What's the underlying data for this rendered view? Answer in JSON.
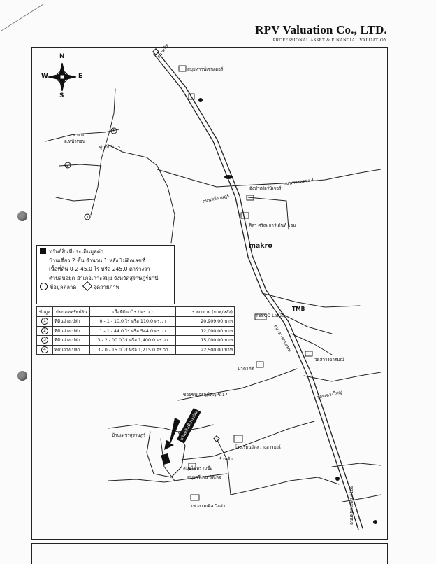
{
  "header": {
    "company": "RPV Valuation Co., LTD.",
    "tagline": "PROFESSIONAL ASSET & FINANCIAL VALUATION"
  },
  "compass": {
    "n": "N",
    "s": "S",
    "w": "W",
    "e": "E"
  },
  "legend": {
    "subject_title": "ทรัพย์สินที่ประเมินมูลค่า",
    "subject_desc1": "บ้านเดี่ยว 2 ชั้น จำนวน 1 หลัง ไม่ติดเลขที่",
    "subject_desc2": "เนื้อที่ดิน 0-2-45.0 ไร่ หรือ 245.0 ตารางวา",
    "subject_desc3": "ตำบลบ่อยุด อำเภอเกาะสมุย จังหวัดสุราษฎร์ธานี",
    "market_label": "ข้อมูลตลาด",
    "photo_label": "จุดถ่ายภาพ"
  },
  "table": {
    "headers": [
      "ข้อมูล",
      "ประเภททรัพย์สิน",
      "เนื้อที่ดิน (ไร่ / ตร.ว.)",
      "ราคาขาย (บาท/หลัง)"
    ],
    "rows": [
      {
        "no": "1",
        "type": "ที่ดินว่างเปล่า",
        "area": "0 - 1 - 10.0 ไร่ หรือ 110.0 ตร.วา",
        "price": "20,909.00 บาท"
      },
      {
        "no": "2",
        "type": "ที่ดินว่างเปล่า",
        "area": "1 - 1 - 44.0 ไร่ หรือ 544.0 ตร.วา",
        "price": "12,000.00 บาท"
      },
      {
        "no": "3",
        "type": "ที่ดินว่างเปล่า",
        "area": "3 - 2 - 00.0 ไร่ หรือ 1,400.0 ตร.วา",
        "price": "15,000.00 บาท"
      },
      {
        "no": "4",
        "type": "ที่ดินว่างเปล่า",
        "area": "3 - 0 - 15.0 ไร่ หรือ 1,215.0 ตร.วา",
        "price": "22,500.00 บาท"
      }
    ]
  },
  "map": {
    "labels": {
      "airport": "สนามบิน",
      "samui_town": "สมุยทาวน์เซนเตอร์",
      "pea": "ส.พ.ค.",
      "nathon": "อ.หน้าทอน",
      "soonbarn": "ศูนย์บริการ",
      "pavilion": "อังปาเฟอร์นิเจอร์",
      "thanon_rd": "ถนนทวีราษฎร์",
      "highway4169": "ถนนทางหลวง 4",
      "silpa": "ศิลา ศรัณ การ์เด้นท์ โฮม",
      "makro": "makro",
      "tmb": "TMB",
      "tesco": "TESCO Lotus",
      "bangkok_bank": "ธนาคารกรุงเทพ",
      "wat_sawang": "วัดสว่างอารมณ์",
      "na_khiri": "นาคาคีรี",
      "soi_17": "ซอยชนเจริญใหญ่ ซ.17",
      "soi_chaweng": "ซอยเฉวงใหญ่",
      "ban_phet": "บ้านเพชรสุราษฎร์",
      "school": "โรงเรียนวัดสว่างอารมณ์",
      "shop": "ร้านค้า",
      "thongsala": "สมุยกรีเคน วิลเลจ",
      "chaweng_villa": "เชวง เมเดิล วิลล่า",
      "resort": "สมุยไม่ทราบชื่อ",
      "subject_tag": "ทรัพย์สินที่ประเมิน",
      "main_rd": "ถนนหมายเลข 4169"
    }
  }
}
